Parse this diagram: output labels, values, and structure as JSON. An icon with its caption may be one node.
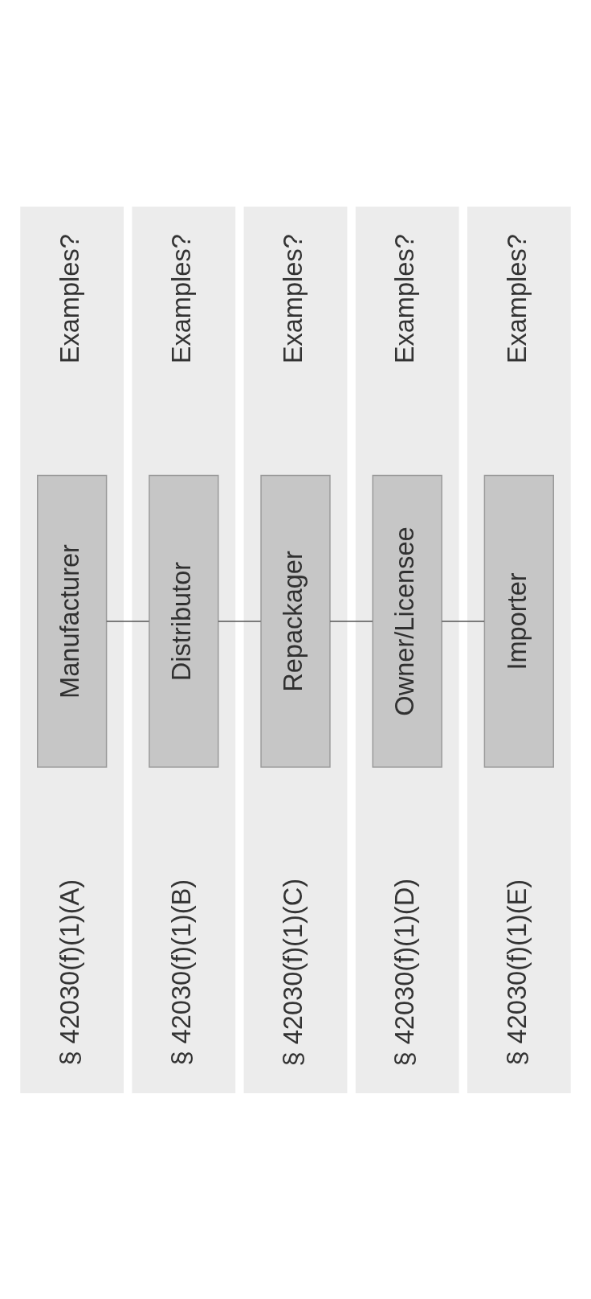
{
  "diagram": {
    "nodes": [
      {
        "text": [
          "§ 42030(f)(1)(A)",
          "Examples?"
        ]
      },
      {
        "text": [
          "Manufacturer"
        ],
        "in": 0
      },
      {
        "text": [
          "§ 42030(f)(1)(B)",
          "Examples?"
        ]
      },
      {
        "text": [
          "Distributor"
        ],
        "in": 2
      },
      {
        "text": [
          "§ 42030(f)(1)(C)",
          "Examples?"
        ]
      },
      {
        "text": [
          "Repackager"
        ],
        "in": 4
      },
      {
        "text": [
          "§ 42030(f)(1)(D)",
          "Examples?"
        ]
      },
      {
        "text": [
          "Owner/Licensee"
        ],
        "in": 6
      },
      {
        "text": [
          "§ 42030(f)(1)(E)",
          "Examples?"
        ]
      },
      {
        "text": [
          "Importer"
        ],
        "in": 8
      }
    ],
    "edges": [
      {
        "from": 1,
        "to": 3,
        "arrow": "none"
      },
      {
        "from": 3,
        "to": 5,
        "arrow": "none"
      },
      {
        "from": 5,
        "to": 7,
        "arrow": "none"
      },
      {
        "from": 7,
        "to": 9,
        "arrow": "none"
      }
    ]
  }
}
